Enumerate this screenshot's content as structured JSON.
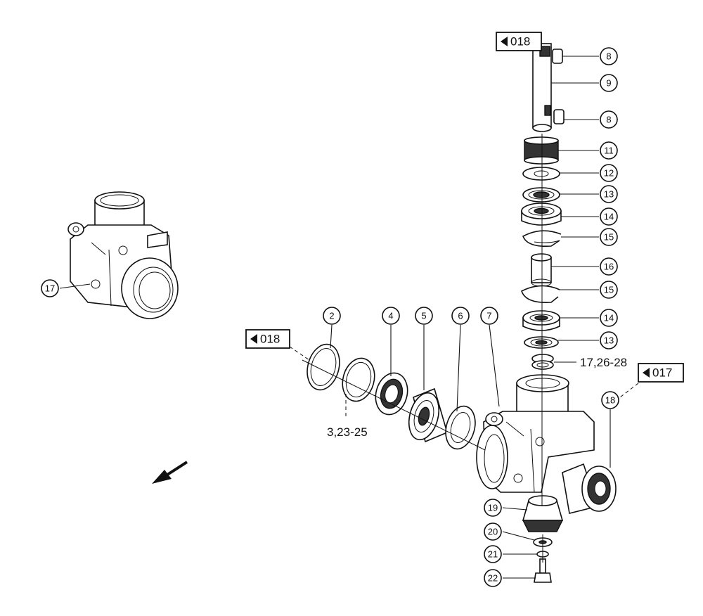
{
  "diagram": {
    "callouts": [
      "8",
      "9",
      "8",
      "11",
      "12",
      "13",
      "14",
      "15",
      "16",
      "15",
      "14",
      "13",
      "2",
      "4",
      "5",
      "6",
      "7",
      "17",
      "18",
      "19",
      "20",
      "21",
      "22"
    ],
    "labels": {
      "ring_group": "17,26-28",
      "shim_group": "3,23-25"
    },
    "refs": {
      "ref_top": "018",
      "ref_left": "018",
      "ref_right": "017"
    },
    "icons": {
      "ref_arrow": "left-triangle-icon",
      "direction": "direction-arrow-icon"
    }
  }
}
